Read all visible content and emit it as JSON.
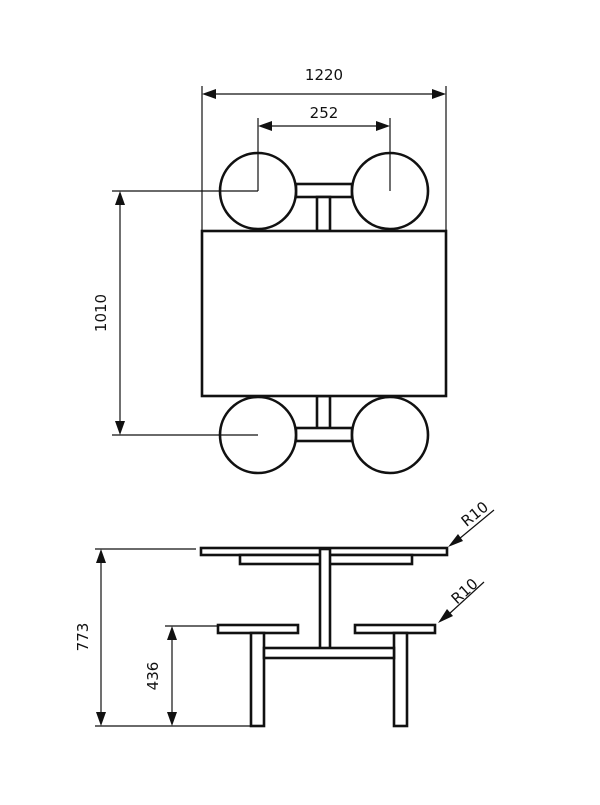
{
  "colors": {
    "line": "#111111",
    "background": "#ffffff"
  },
  "plan_view": {
    "width_dimension": "1220",
    "seat_spacing_dimension": "252",
    "depth_dimension": "1010"
  },
  "elevation_view": {
    "table_height_dimension": "773",
    "seat_height_dimension": "436",
    "table_radius_callout": "R10",
    "seat_radius_callout": "R10"
  }
}
